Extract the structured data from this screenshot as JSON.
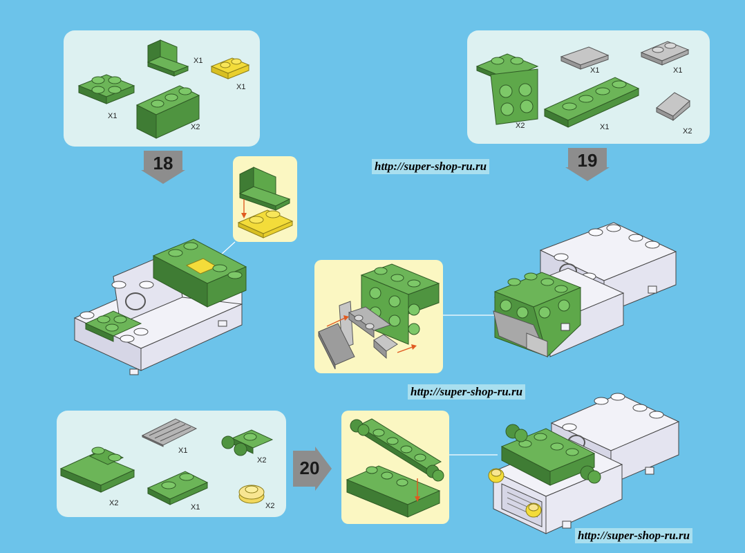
{
  "steps": [
    {
      "number": "18",
      "parts": [
        {
          "icon": "green-plate-2x2",
          "qty": "X1"
        },
        {
          "icon": "green-chair-brick",
          "qty": "X1"
        },
        {
          "icon": "yellow-plate-1x2",
          "qty": "X1"
        },
        {
          "icon": "green-brick-1x3",
          "qty": "X2"
        }
      ]
    },
    {
      "number": "19",
      "parts": [
        {
          "icon": "green-bracket-2x2",
          "qty": "X2"
        },
        {
          "icon": "gray-tile-1x2",
          "qty": "X1"
        },
        {
          "icon": "gray-plate-1x2",
          "qty": "X1"
        },
        {
          "icon": "green-plate-1x4",
          "qty": "X1"
        },
        {
          "icon": "gray-slope",
          "qty": "X2"
        }
      ]
    },
    {
      "number": "20",
      "parts": [
        {
          "icon": "green-slope-2x2",
          "qty": "X2"
        },
        {
          "icon": "gray-grille-tile",
          "qty": "X1"
        },
        {
          "icon": "green-wheel-holder",
          "qty": "X2"
        },
        {
          "icon": "green-plate-1x2",
          "qty": "X1"
        },
        {
          "icon": "yellow-round-plate",
          "qty": "X2"
        }
      ]
    }
  ],
  "watermarks": [
    "http://super-shop-ru.ru",
    "http://super-shop-ru.ru",
    "http://super-shop-ru.ru"
  ],
  "colors": {
    "background": "#6cc3ea",
    "panel": "#ddf1f1",
    "detail_panel": "#fbf7c2",
    "green": "#5ea84a",
    "yellow": "#f3dc3a",
    "gray": "#b5b5b5",
    "white_brick": "#f2f2f8"
  }
}
